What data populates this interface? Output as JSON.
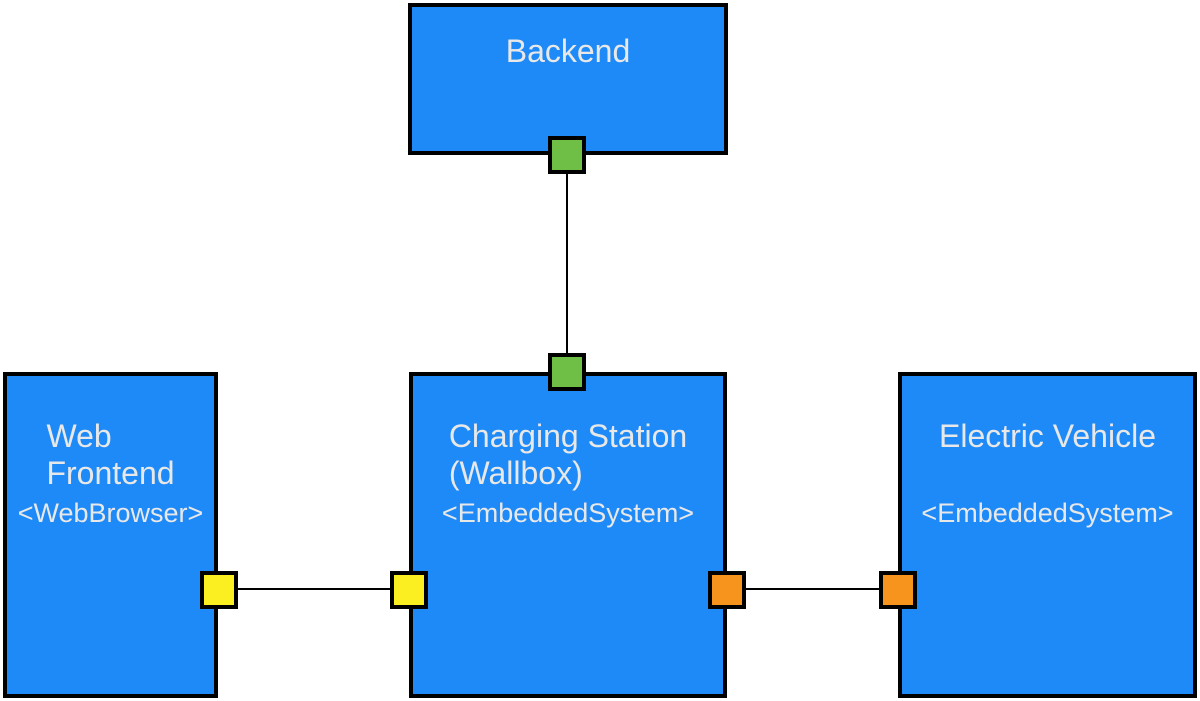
{
  "colors": {
    "node_fill": "#1E8AF7",
    "node_text": "#E8E8E8",
    "line": "#000000",
    "port_green": "#6FBE45",
    "port_yellow": "#FBEE21",
    "port_orange": "#F7941E"
  },
  "nodes": {
    "backend": {
      "title": "Backend"
    },
    "web_frontend": {
      "title": "Web\nFrontend",
      "stereotype": "<WebBrowser>"
    },
    "charging_station": {
      "title": "Charging Station\n(Wallbox)",
      "stereotype": "<EmbeddedSystem>"
    },
    "electric_vehicle": {
      "title": "Electric Vehicle",
      "stereotype": "<EmbeddedSystem>"
    }
  }
}
